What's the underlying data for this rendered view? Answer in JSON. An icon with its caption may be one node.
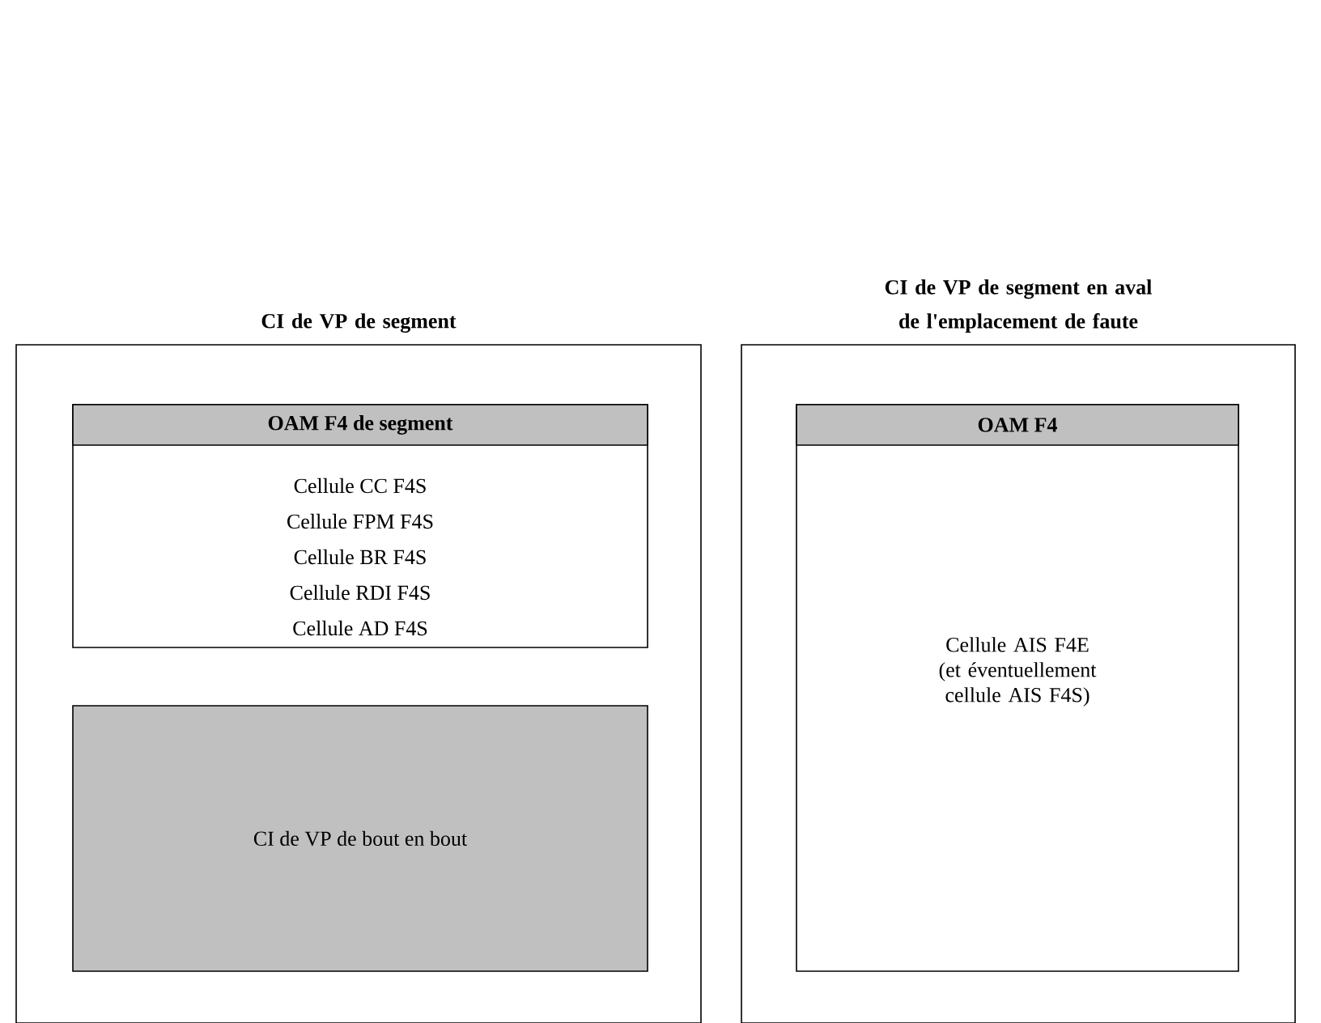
{
  "diagram": {
    "nodes": [
      {
        "text": [
          "CI de VP de segment"
        ]
      },
      {
        "text": [
          "OAM F4 de segment",
          "Cellule CC F4S",
          "Cellule FPM F4S",
          "Cellule BR F4S",
          "Cellule RDI F4S",
          "Cellule AD F4S"
        ],
        "in": 0
      },
      {
        "text": [
          "CI de VP de bout en bout"
        ],
        "in": 0
      },
      {
        "text": [
          "CI de VP de segment en aval de l'emplacement de faute"
        ]
      },
      {
        "text": [
          "OAM F4",
          "Cellule AIS F4E (et éventuellement cellule AIS F4S)"
        ],
        "in": 3
      }
    ]
  }
}
